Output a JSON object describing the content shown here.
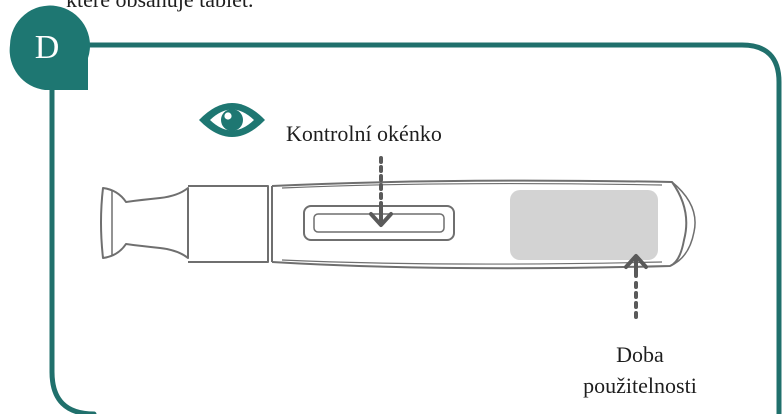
{
  "top_text": "které obsahuje tablet.",
  "step": {
    "letter": "D"
  },
  "labels": {
    "window": "Kontrolní okénko",
    "expiry_line1": "Doba",
    "expiry_line2": "použitelnosti"
  },
  "colors": {
    "frame": "#20706c",
    "badge": "#1e7772",
    "eye": "#1e7772",
    "outline": "#6f6f6f",
    "arrow": "#5a5a5a",
    "label_box": "#d3d3d3"
  },
  "icons": [
    "eye-icon",
    "down-arrow-icon",
    "up-arrow-icon"
  ]
}
